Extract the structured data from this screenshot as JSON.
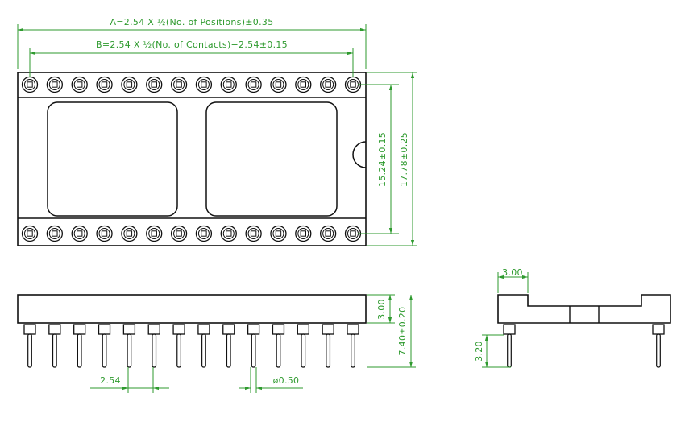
{
  "colors": {
    "outline": "#111111",
    "dimension": "#2e9a2e",
    "background": "#ffffff"
  },
  "pins_per_row": 14,
  "dimensions": {
    "a": "A=2.54 X ½(No. of Positions)±0.35",
    "b": "B=2.54 X ½(No. of Contacts)−2.54±0.15",
    "row_spacing_inner": "15.24±0.15",
    "body_width": "17.78±0.25",
    "body_height": "3.00",
    "total_height": "7.40±0.20",
    "pitch": "2.54",
    "pin_diameter": "ø0.50",
    "end_height": "3.00",
    "pin_length": "3.20"
  }
}
